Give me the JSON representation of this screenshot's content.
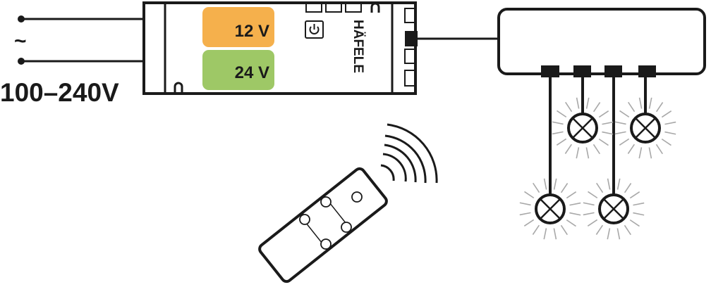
{
  "input": {
    "ac_symbol": "~",
    "voltage_label": "100–240V"
  },
  "driver": {
    "options": [
      {
        "label": "12 V",
        "color": "#f5b04c"
      },
      {
        "label": "24 V",
        "color": "#9ec866"
      }
    ],
    "brand": "HÄFELE",
    "power_icon": "power-icon"
  },
  "distributor": {
    "ports": 4
  },
  "lamps": {
    "count": 4,
    "icon": "lamp-icon"
  },
  "remote": {
    "buttons": 5,
    "signal_icon": "wireless-signal-icon"
  }
}
